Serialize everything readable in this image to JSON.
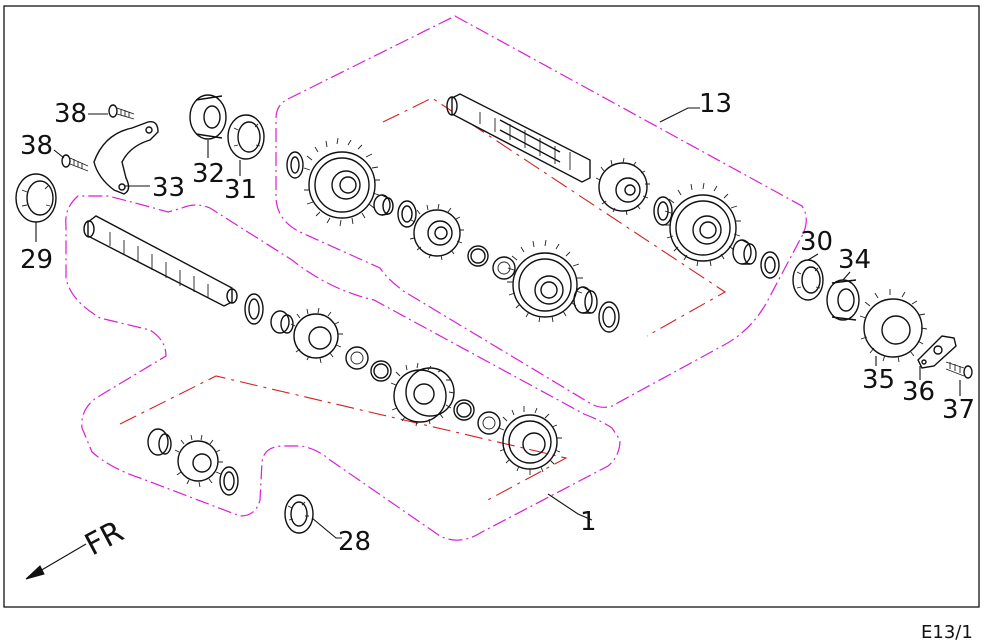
{
  "callouts": {
    "c1": "1",
    "c13": "13",
    "c28": "28",
    "c29": "29",
    "c30": "30",
    "c31": "31",
    "c32": "32",
    "c33": "33",
    "c34": "34",
    "c35": "35",
    "c36": "36",
    "c37": "37",
    "c38a": "38",
    "c38b": "38"
  },
  "direction_label": "FR",
  "page_code": "E13/1",
  "colors": {
    "group_outline": "#d81fd8",
    "shaft_axis": "#d42020",
    "line": "#111111"
  }
}
